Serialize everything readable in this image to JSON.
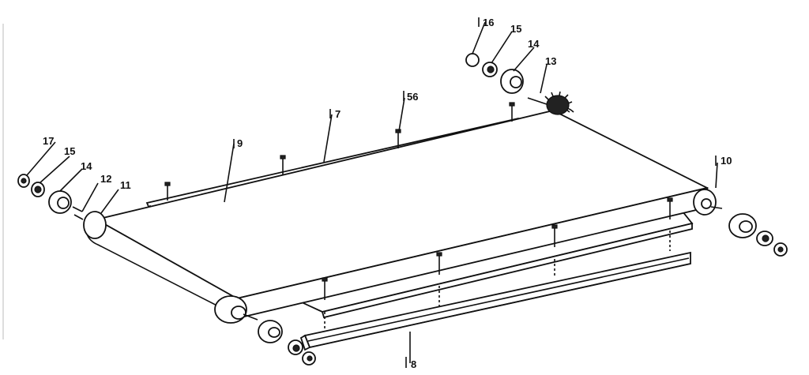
{
  "labels": {
    "p7": "7",
    "p8": "8",
    "p9": "9",
    "p10": "10",
    "p11": "11",
    "p12": "12",
    "p13": "13",
    "p14_left": "14",
    "p14_right": "14",
    "p15_left": "15",
    "p15_right": "15",
    "p16": "16",
    "p17": "17",
    "p56": "56"
  }
}
